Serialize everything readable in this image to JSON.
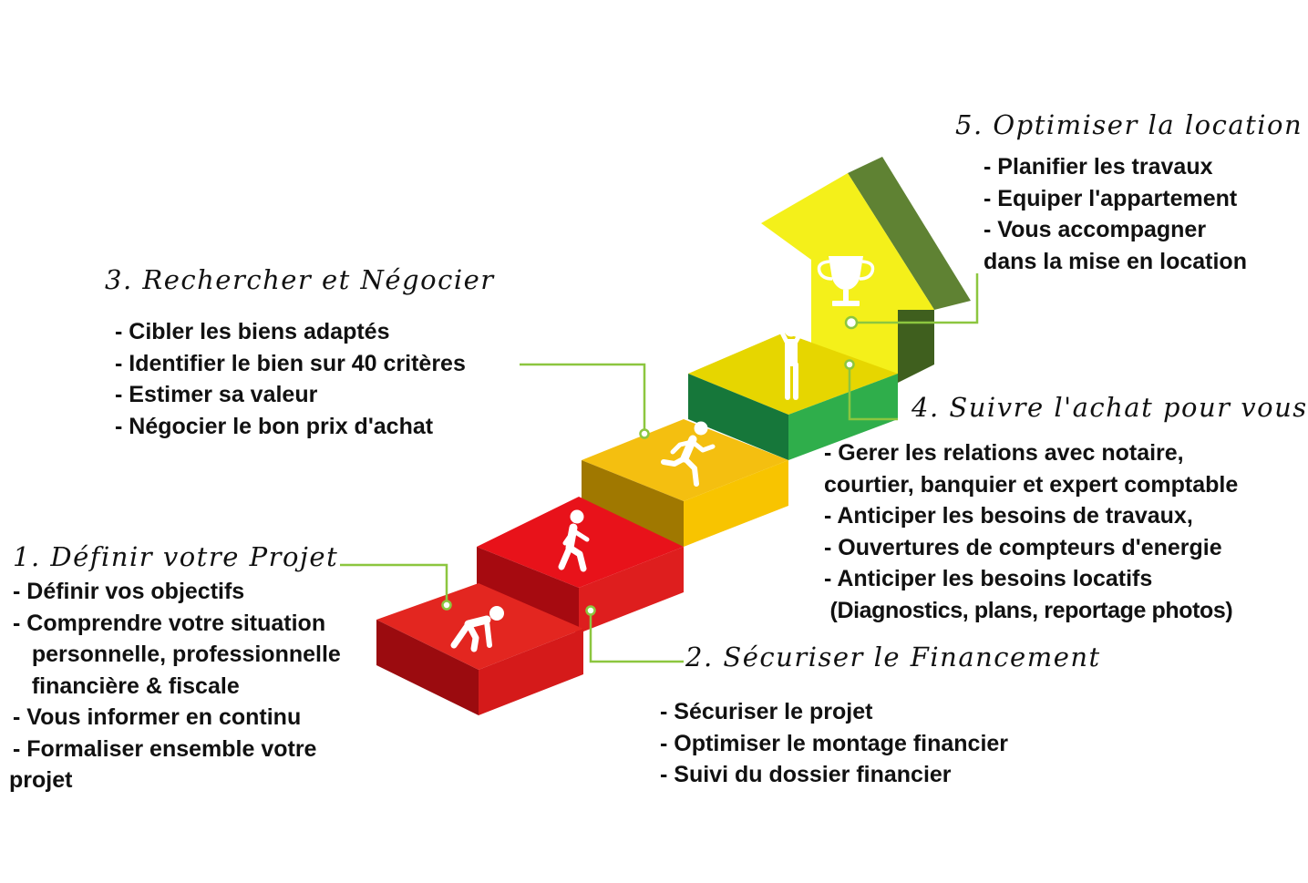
{
  "colors": {
    "step1": "#e31e1e",
    "step2": "#e8171b",
    "step3": "#f5b800",
    "step4": "#27a844",
    "step5": "#f2f200",
    "arrow_side": "#5a7b2f",
    "connector": "#8cc63f"
  },
  "steps": [
    {
      "title": "1. Définir votre Projet",
      "icon": "crouching-start-runner-icon",
      "items": [
        "- Définir vos objectifs",
        "- Comprendre votre situation",
        "   personnelle, professionnelle",
        "   financière & fiscale",
        "- Vous informer en continu",
        "- Formaliser ensemble votre",
        "projet"
      ]
    },
    {
      "title": "2. Sécuriser le Financement",
      "icon": "walking-person-icon",
      "items": [
        "- Sécuriser le projet",
        "- Optimiser le montage financier",
        "- Suivi du dossier financier"
      ]
    },
    {
      "title": "3. Rechercher et Négocier",
      "icon": "running-person-icon",
      "items": [
        "- Cibler les biens adaptés",
        "- Identifier le bien sur 40 critères",
        "- Estimer sa valeur",
        "- Négocier le bon prix d'achat"
      ]
    },
    {
      "title": "4. Suivre l'achat pour vous",
      "icon": "victory-person-icon",
      "items": [
        "- Gerer les relations avec notaire,",
        "courtier, banquier et expert comptable",
        "- Anticiper les besoins de travaux,",
        "- Ouvertures de compteurs d'energie",
        "- Anticiper les besoins locatifs",
        " (Diagnostics, plans, reportage photos)"
      ]
    },
    {
      "title": "5. Optimiser la location",
      "icon": "trophy-icon",
      "items": [
        "- Planifier les travaux",
        "- Equiper l'appartement",
        "- Vous accompagner",
        "dans la mise en location"
      ]
    }
  ]
}
